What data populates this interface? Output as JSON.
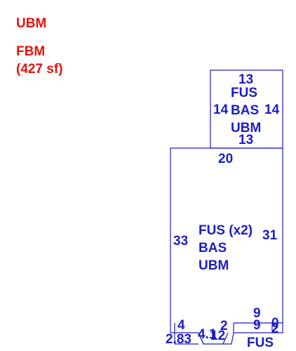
{
  "legend": {
    "line1": "UBM",
    "line2": "FBM",
    "line3": "(427 sf)"
  },
  "upper_section": {
    "top_dim": "13",
    "bottom_dim": "13",
    "left_dim": "14",
    "right_dim": "14",
    "label_1": "FUS",
    "label_2": "BAS",
    "label_3": "UBM"
  },
  "main_section": {
    "top_dim": "20",
    "left_dim": "33",
    "right_dim": "31",
    "label_1": "FUS (x2)",
    "label_2": "BAS",
    "label_3": "UBM"
  },
  "bottom_detail": {
    "dim_4": "4",
    "dim_2_83": "2.83",
    "dim_4_1": "4.1",
    "dim_12": "12",
    "dim_2_left": "2",
    "dim_9_upper": "9",
    "dim_9_lower": "9",
    "dim_0": "0",
    "dim_2_right": "2",
    "label_fus": "FUS"
  },
  "colors": {
    "legend": "#e8120c",
    "drawing": "#1c1cc8"
  }
}
